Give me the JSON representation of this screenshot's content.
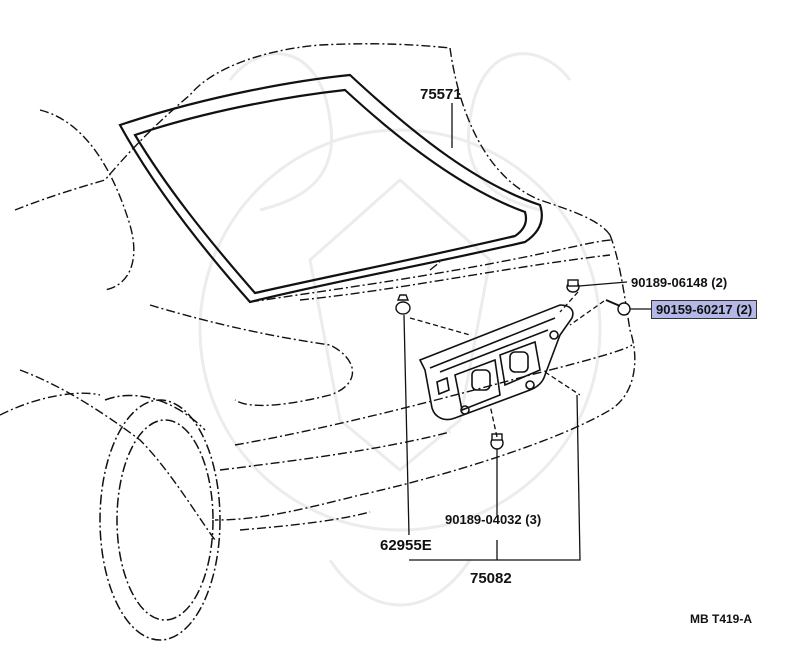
{
  "diagram": {
    "callouts": [
      {
        "id": "rear-window-glass",
        "part_no": "75571"
      },
      {
        "id": "nut-upper",
        "part_no": "90189-06148",
        "qty": "(2)"
      },
      {
        "id": "screw-highlighted",
        "part_no": "90159-60217",
        "qty": "(2)"
      },
      {
        "id": "clip-lower",
        "part_no": "90189-04032",
        "qty": "(3)"
      },
      {
        "id": "clip-left",
        "part_no": "62955E"
      },
      {
        "id": "license-bracket",
        "part_no": "75082"
      }
    ],
    "figure_code": "MB T419-A",
    "highlight_color": "#b3b8e6"
  }
}
